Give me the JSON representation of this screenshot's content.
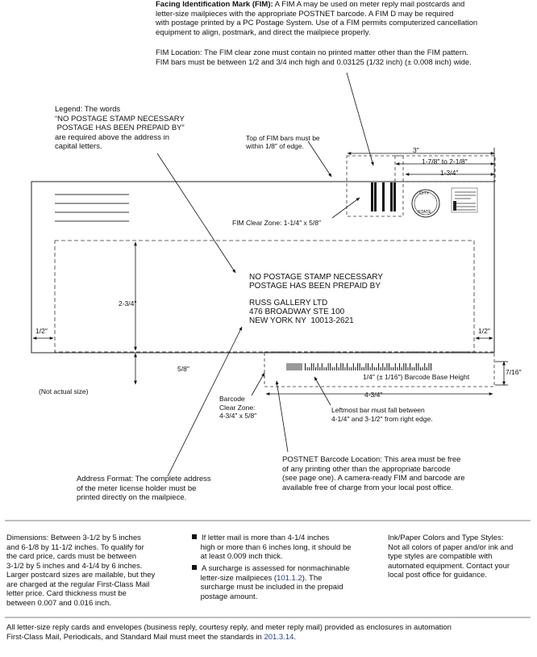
{
  "fim_description": {
    "heading": "Facing Identification Mark (FIM):",
    "lines": [
      " A FIM A may be used on meter reply mail postcards and",
      "letter-size mailpieces with the appropriate POSTNET barcode. A FIM D may be required",
      "with postage printed by a PC Postage System. Use of a FIM permits computerized cancellation",
      "equipment to align, postmark, and direct the mailpiece properly."
    ]
  },
  "fim_location": {
    "lines": [
      "FIM Location: The FIM clear zone must contain no printed matter other than the FIM pattern.",
      "FIM bars must be between 1/2 and 3/4 inch high and 0.03125 (1/32 inch) (± 0.008 inch) wide."
    ]
  },
  "legend": {
    "lines": [
      "Legend: The words",
      "“NO POSTAGE STAMP NECESSARY",
      " POSTAGE HAS BEEN PREPAID BY”",
      "are required above the address in",
      "capital letters."
    ]
  },
  "fim_top_note": [
    "Top of FIM bars must be",
    "within 1/8″ of edge."
  ],
  "dimensions": {
    "d3": "3″",
    "d178": "1-7/8″ to 2-1/8″",
    "d134": "1-3/4″",
    "clear_zone": "FIM Clear Zone: 1-1/4″ x 5/8″",
    "d234": "2-3/4″",
    "half_left": "1/2″",
    "half_right": "1/2″",
    "d58": "5/8″",
    "d716": "7/16″",
    "barcode_height": "1/4″ (± 1/16″) Barcode Base Height",
    "d434": "4-3/4″"
  },
  "postmark": {
    "top": "CITY",
    "bottom": "STATE"
  },
  "address_block": [
    "NO POSTAGE STAMP NECESSARY",
    "POSTAGE HAS BEEN PREPAID BY",
    "",
    "RUSS GALLERY LTD",
    "476 BROADWAY STE 100",
    "NEW YORK NY  10013-2621"
  ],
  "not_actual_size": "(Not actual size)",
  "barcode_clear_zone": [
    "Barcode",
    "Clear Zone:",
    "4-3/4″ x 5/8″"
  ],
  "leftmost_bar": [
    "Leftmost bar must fall between",
    "4-1/4″ and 3-1/2″ from right edge."
  ],
  "postnet_location": {
    "lines": [
      "POSTNET Barcode Location: This area must be free",
      "of any printing other than the appropriate barcode",
      "(see page one). A camera-ready FIM and barcode are",
      "available free of charge from your local post office."
    ]
  },
  "address_format": {
    "lines": [
      "Address Format: The complete address",
      "of the meter license holder must be",
      "printed directly on the mailpiece."
    ]
  },
  "dimensions_text": {
    "lines": [
      "Dimensions: Between 3-1/2 by 5 inches",
      "and 6-1/8 by 11-1/2 inches. To qualify for",
      "the card price, cards must be between",
      "3-1/2 by 5 inches and 4-1/4 by 6 inches.",
      "Larger postcard sizes are mailable, but they",
      "are charged at the regular First-Class Mail",
      "letter price. Card thickness must be",
      "between 0.007 and 0.016 inch."
    ]
  },
  "bullets": {
    "b1": [
      "If letter mail is more than 4-1/4 inches",
      "high or more than 6 inches long, it should be",
      "at least 0.009 inch thick."
    ],
    "b2_pre": [
      "A surcharge is assessed for nonmachinable",
      "letter-size mailpieces ("
    ],
    "b2_link": "101.1.2",
    "b2_post": [
      "). The",
      "surcharge must be included in the prepaid",
      "postage amount."
    ]
  },
  "ink_paper": {
    "lines": [
      "Ink/Paper Colors and Type Styles:",
      "Not all colors of paper and/or ink and",
      "type styles are compatible with",
      "automated equipment. Contact your",
      "local post office for guidance."
    ]
  },
  "footer": {
    "line1": "All letter-size reply cards and envelopes (business reply, courtesy reply, and meter reply mail) provided as enclosures in automation",
    "line2_pre": "First-Class Mail, Periodicals, and Standard Mail must meet the standards in ",
    "line2_link": "201.3.14",
    "line2_post": "."
  }
}
